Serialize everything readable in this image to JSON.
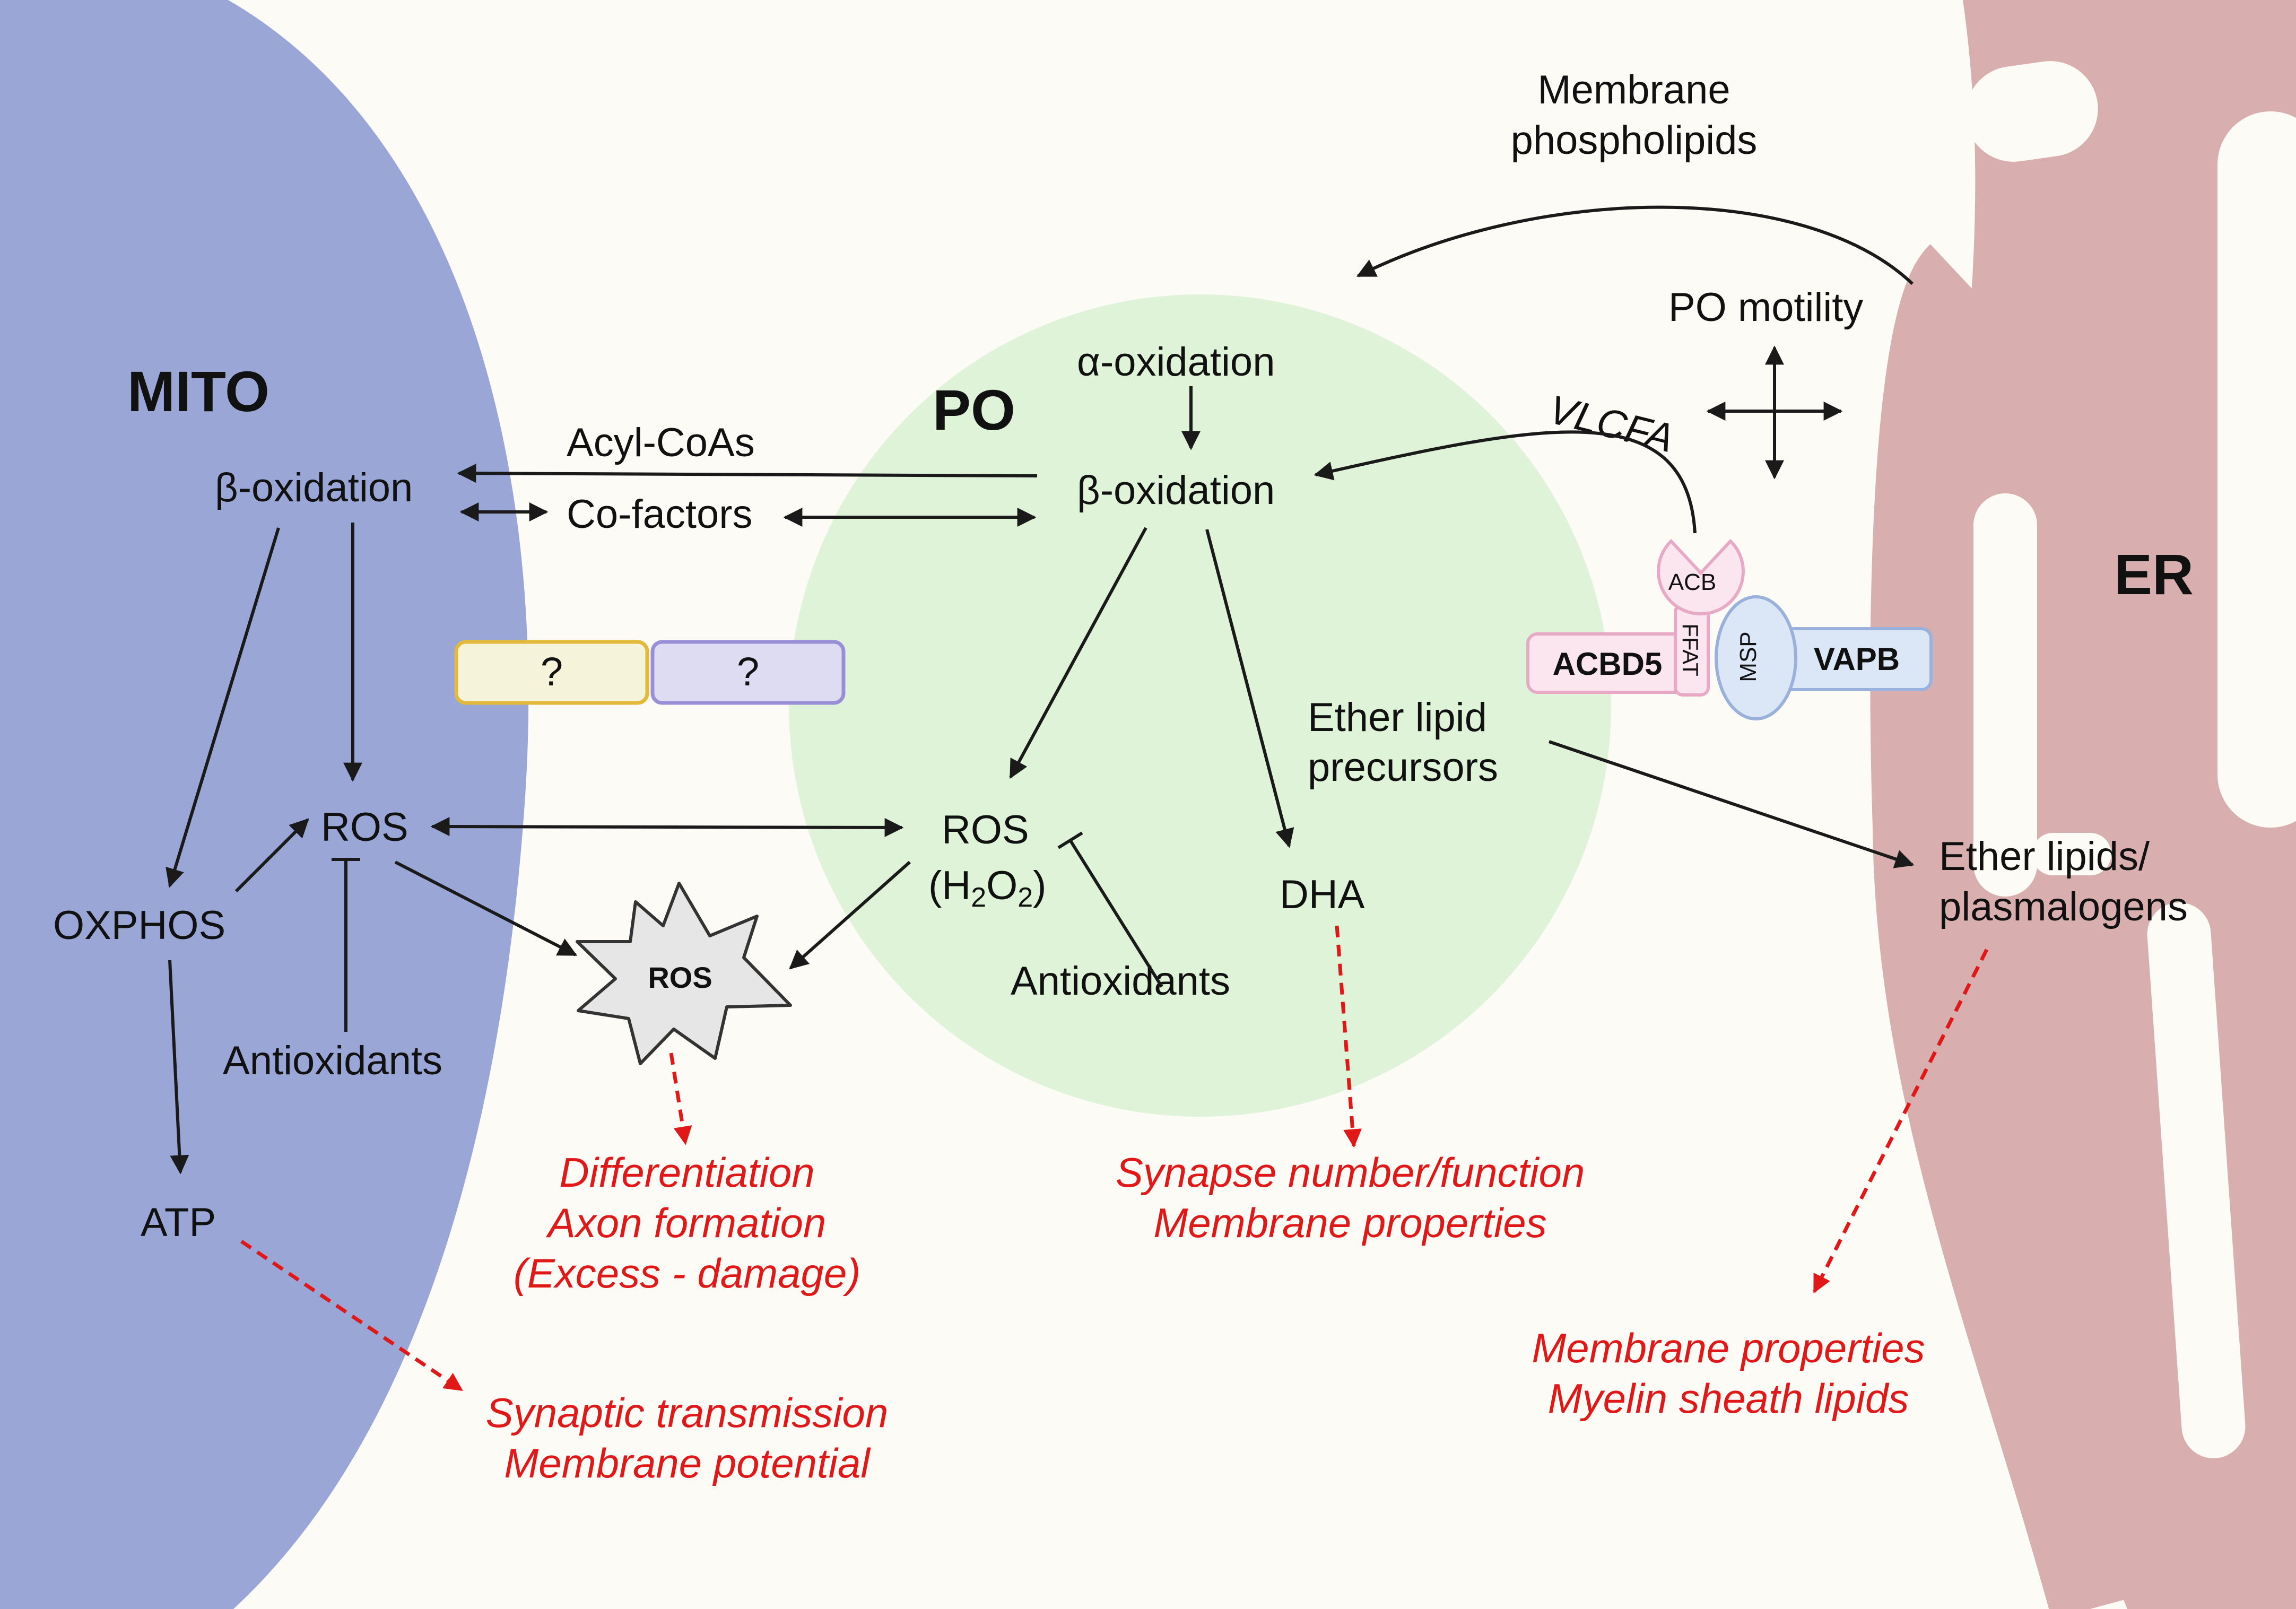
{
  "organelles": {
    "mito": "MITO",
    "po": "PO",
    "er": "ER"
  },
  "mito": {
    "beta_oxidation": "β-oxidation",
    "ros": "ROS",
    "oxphos": "OXPHOS",
    "antioxidants": "Antioxidants",
    "atp": "ATP"
  },
  "links": {
    "acyl_coas": "Acyl-CoAs",
    "co_factors": "Co-factors",
    "unknown_1": "?",
    "unknown_2": "?",
    "ros_burst": "ROS"
  },
  "po": {
    "alpha_oxidation": "α-oxidation",
    "beta_oxidation": "β-oxidation",
    "ros": "ROS",
    "h2o2_open": "(H",
    "h2o2_h_sub": "2",
    "h2o2_o": "O",
    "h2o2_o_sub": "2",
    "h2o2_close": ")",
    "antioxidants": "Antioxidants",
    "dha": "DHA",
    "ether_precursors_line1": "Ether lipid",
    "ether_precursors_line2": "precursors"
  },
  "er": {
    "membrane_phospholipids_line1": "Membrane",
    "membrane_phospholipids_line2": "phospholipids",
    "po_motility": "PO motility",
    "vlcfa": "VLCFA",
    "acb": "ACB",
    "acbd5": "ACBD5",
    "ffat": "FFAT",
    "msp": "MSP",
    "vapb": "VAPB",
    "ether_lipids_line1": "Ether lipids/",
    "ether_lipids_line2": "plasmalogens"
  },
  "outcomes": {
    "ros_line1": "Differentiation",
    "ros_line2": "Axon formation",
    "ros_line3": "(Excess - damage)",
    "atp_line1": "Synaptic transmission",
    "atp_line2": "Membrane potential",
    "dha_line1": "Synapse number/function",
    "dha_line2": "Membrane properties",
    "ether_line1": "Membrane properties",
    "ether_line2": "Myelin sheath lipids"
  },
  "colors": {
    "background": "#fcfbf6",
    "mito": "#9aa6d6",
    "peroxisome": "#dff3d9",
    "er": "#d9aeae",
    "outcome_text": "#e01818",
    "unknown_box_1": "#f5f3d9",
    "unknown_box_2": "#dddcf2",
    "acbd5": "#fbe6ef",
    "vapb": "#dbe6f6"
  }
}
